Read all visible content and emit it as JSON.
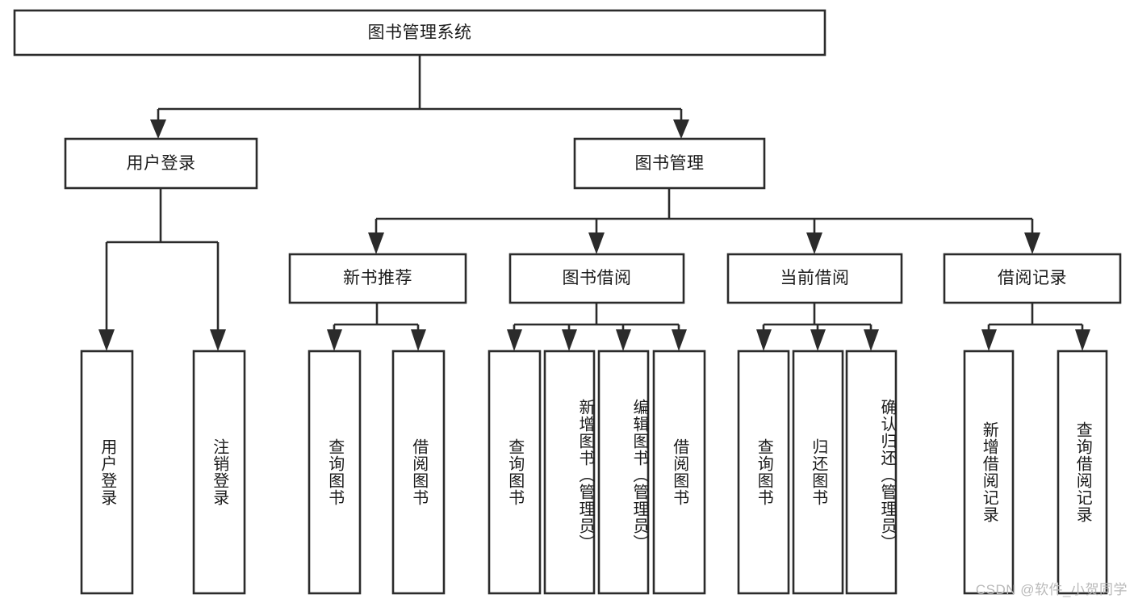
{
  "diagram": {
    "title": "图书管理系统",
    "type": "hierarchy-tree",
    "watermark": "CSDN @软件_小贺同学",
    "colors": {
      "stroke": "#2b2b2b",
      "fill": "#ffffff",
      "text": "#1b1b1b",
      "watermark": "#b9b9b9"
    },
    "nodes": {
      "root": {
        "label": "图书管理系统",
        "orientation": "horizontal"
      },
      "level2": [
        {
          "id": "user-login",
          "label": "用户登录",
          "orientation": "horizontal"
        },
        {
          "id": "book-management",
          "label": "图书管理",
          "orientation": "horizontal"
        }
      ],
      "level3": [
        {
          "id": "new-book-recommend",
          "label": "新书推荐",
          "orientation": "horizontal"
        },
        {
          "id": "book-borrow",
          "label": "图书借阅",
          "orientation": "horizontal"
        },
        {
          "id": "current-borrow",
          "label": "当前借阅",
          "orientation": "horizontal"
        },
        {
          "id": "borrow-record",
          "label": "借阅记录",
          "orientation": "horizontal"
        }
      ],
      "leaves": [
        {
          "id": "leaf-user-login",
          "label": "用户登录",
          "parent": "user-login",
          "orientation": "vertical"
        },
        {
          "id": "leaf-user-logout",
          "label": "注销登录",
          "parent": "user-login",
          "orientation": "vertical"
        },
        {
          "id": "leaf-query-book-1",
          "label": "查询图书",
          "parent": "new-book-recommend",
          "orientation": "vertical"
        },
        {
          "id": "leaf-borrow-book-1",
          "label": "借阅图书",
          "parent": "new-book-recommend",
          "orientation": "vertical"
        },
        {
          "id": "leaf-query-book-2",
          "label": "查询图书",
          "parent": "book-borrow",
          "orientation": "vertical"
        },
        {
          "id": "leaf-add-book",
          "label": "新增图书（管理员）",
          "parent": "book-borrow",
          "orientation": "vertical"
        },
        {
          "id": "leaf-edit-book",
          "label": "编辑图书（管理员）",
          "parent": "book-borrow",
          "orientation": "vertical"
        },
        {
          "id": "leaf-borrow-book-2",
          "label": "借阅图书",
          "parent": "book-borrow",
          "orientation": "vertical"
        },
        {
          "id": "leaf-query-book-3",
          "label": "查询图书",
          "parent": "current-borrow",
          "orientation": "vertical"
        },
        {
          "id": "leaf-return-book",
          "label": "归还图书",
          "parent": "current-borrow",
          "orientation": "vertical"
        },
        {
          "id": "leaf-confirm-return",
          "label": "确认归还（管理员）",
          "parent": "current-borrow",
          "orientation": "vertical"
        },
        {
          "id": "leaf-add-record",
          "label": "新增借阅记录",
          "parent": "borrow-record",
          "orientation": "vertical"
        },
        {
          "id": "leaf-query-record",
          "label": "查询借阅记录",
          "parent": "borrow-record",
          "orientation": "vertical"
        }
      ]
    }
  }
}
